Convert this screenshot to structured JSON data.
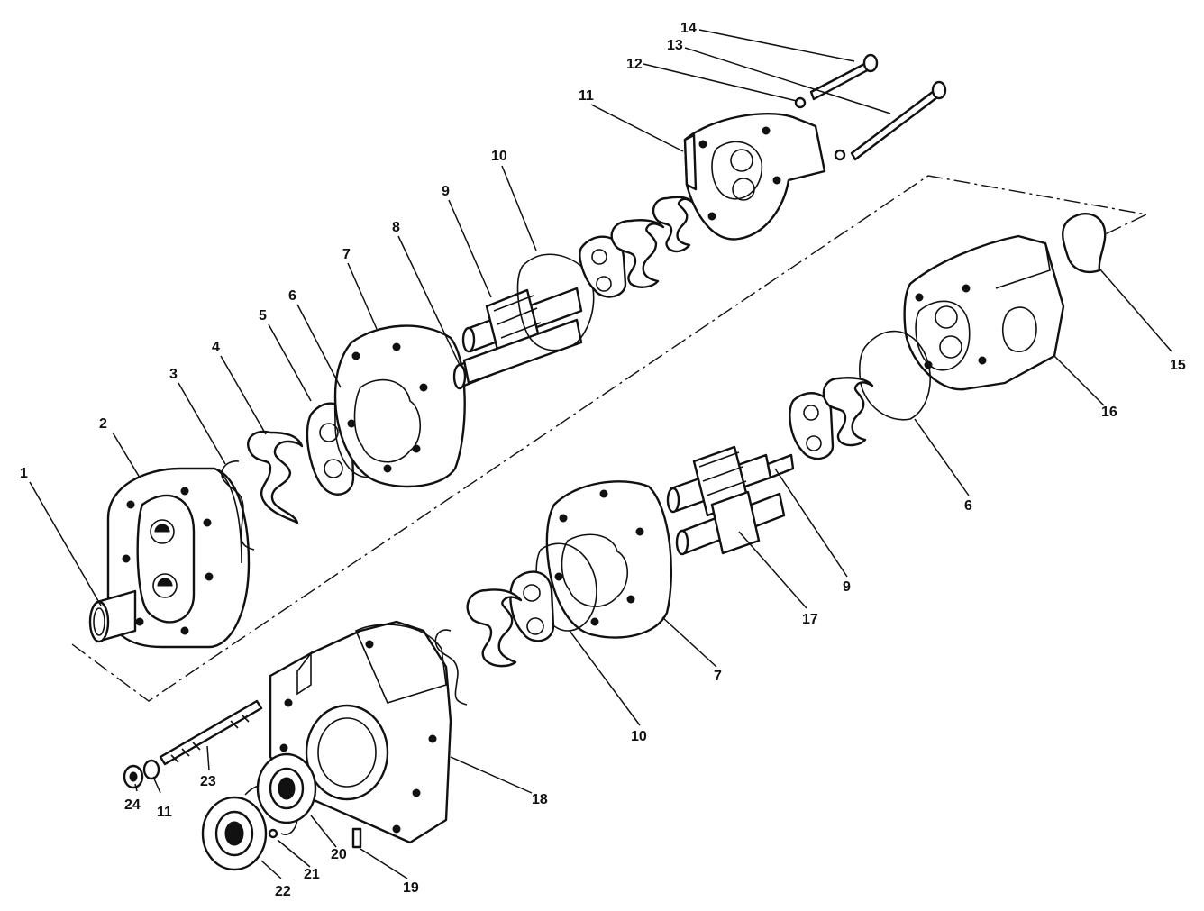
{
  "callouts": [
    {
      "id": "c1",
      "text": "1"
    },
    {
      "id": "c2",
      "text": "2"
    },
    {
      "id": "c3",
      "text": "3"
    },
    {
      "id": "c4",
      "text": "4"
    },
    {
      "id": "c5",
      "text": "5"
    },
    {
      "id": "c6a",
      "text": "6"
    },
    {
      "id": "c7a",
      "text": "7"
    },
    {
      "id": "c8",
      "text": "8"
    },
    {
      "id": "c9a",
      "text": "9"
    },
    {
      "id": "c10a",
      "text": "10"
    },
    {
      "id": "c11a",
      "text": "11"
    },
    {
      "id": "c12",
      "text": "12"
    },
    {
      "id": "c13",
      "text": "13"
    },
    {
      "id": "c14",
      "text": "14"
    },
    {
      "id": "c15",
      "text": "15"
    },
    {
      "id": "c16",
      "text": "16"
    },
    {
      "id": "c6b",
      "text": "6"
    },
    {
      "id": "c9b",
      "text": "9"
    },
    {
      "id": "c17",
      "text": "17"
    },
    {
      "id": "c7b",
      "text": "7"
    },
    {
      "id": "c10b",
      "text": "10"
    },
    {
      "id": "c18",
      "text": "18"
    },
    {
      "id": "c23",
      "text": "23"
    },
    {
      "id": "c24",
      "text": "24"
    },
    {
      "id": "c11b",
      "text": "11"
    },
    {
      "id": "c22",
      "text": "22"
    },
    {
      "id": "c21",
      "text": "21"
    },
    {
      "id": "c20",
      "text": "20"
    },
    {
      "id": "c19",
      "text": "19"
    }
  ]
}
